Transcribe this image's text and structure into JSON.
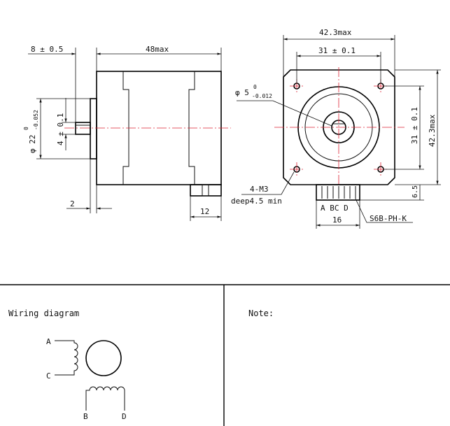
{
  "side_view": {
    "flange_width": "8 ± 0.5",
    "body_length": "48max",
    "pilot_diameter_main": "φ 22",
    "pilot_diameter_tol_top": "0",
    "pilot_diameter_tol_bottom": "-0.052",
    "shaft_flat": "4 ± 0.1",
    "flange_thickness": "2",
    "connector_width": "12"
  },
  "front_view": {
    "overall_width": "42.3max",
    "hole_spacing_h": "31 ± 0.1",
    "hole_spacing_v": "31 ± 0.1",
    "overall_height": "42.3max",
    "shaft_diameter_main": "φ 5",
    "shaft_diameter_tol_top": "0",
    "shaft_diameter_tol_bottom": "-0.012",
    "mount_holes_line1": "4-M3",
    "mount_holes_line2": "deep4.5 min",
    "connector_offset": "6.5",
    "connector_pins": "A BC D",
    "connector_width": "16",
    "connector_part": "S6B-PH-K"
  },
  "wiring": {
    "title": "Wiring diagram",
    "label_a": "A",
    "label_c": "C",
    "label_b": "B",
    "label_d": "D"
  },
  "note": {
    "title": "Note:"
  },
  "colors": {
    "centerline": "#d23",
    "ink": "#111"
  }
}
